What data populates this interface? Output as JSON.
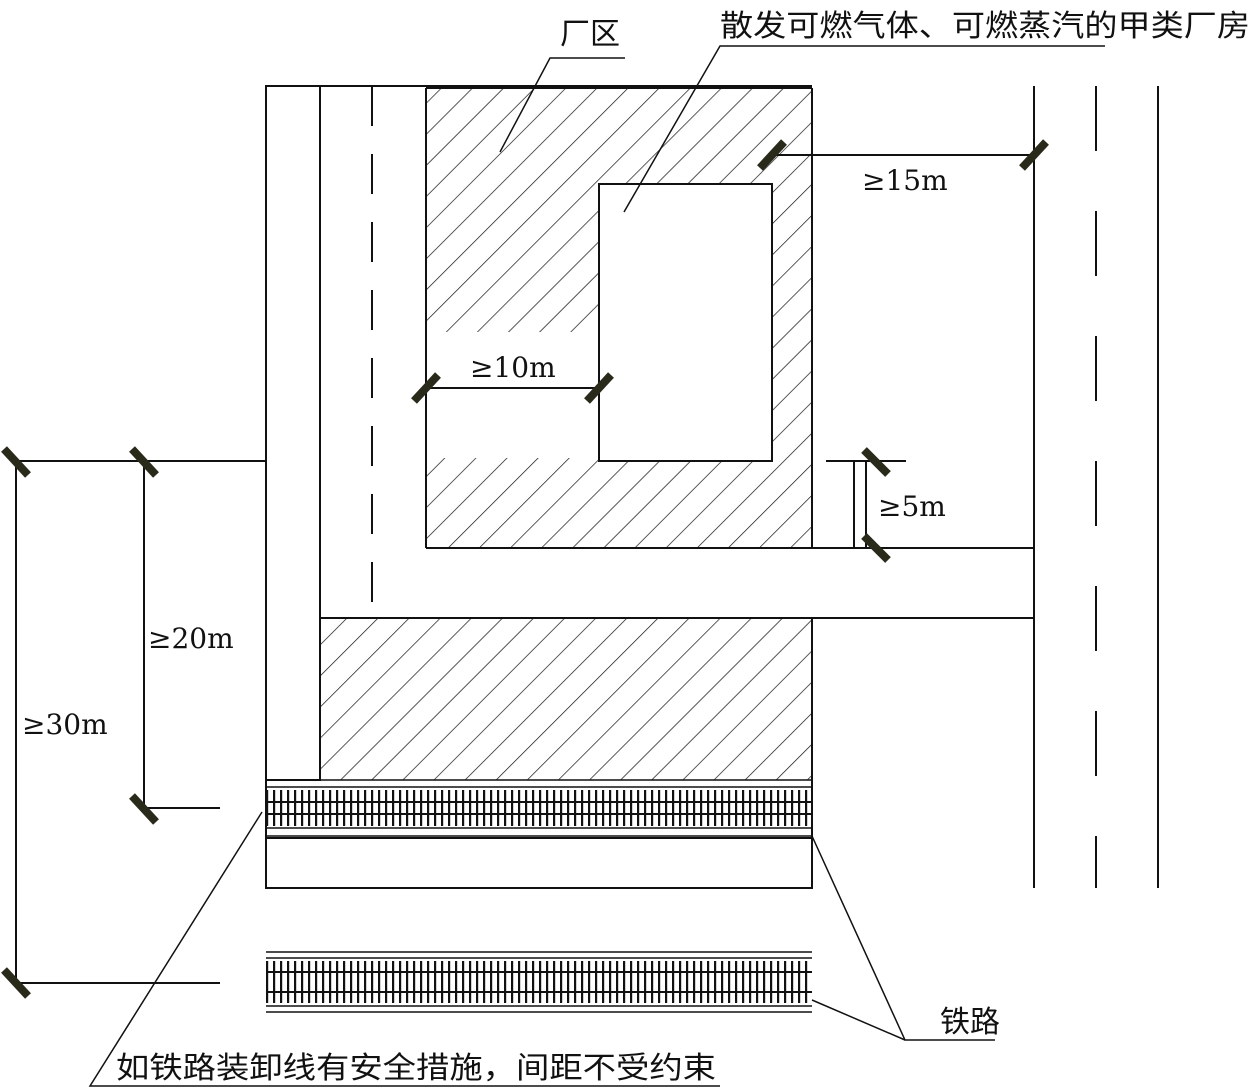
{
  "labels": {
    "plant_area": "厂区",
    "class_a_workshop": "散发可燃气体、可燃蒸汽的甲类厂房",
    "railway": "铁路",
    "safety_note": "如铁路装卸线有安全措施，间距不受约束"
  },
  "dimensions": {
    "d15": "≥15m",
    "d10": "≥10m",
    "d5": "≥5m",
    "d20": "≥20m",
    "d30": "≥30m"
  }
}
